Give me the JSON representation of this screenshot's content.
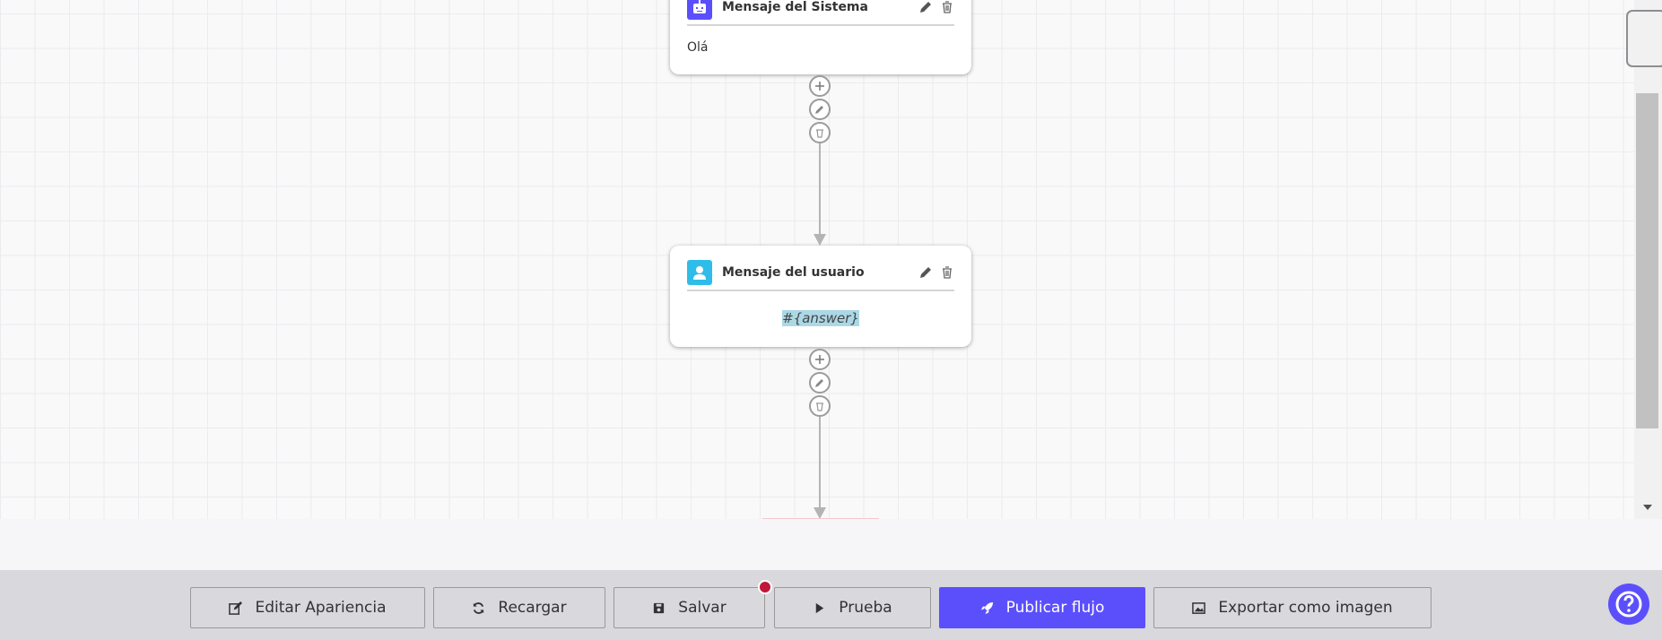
{
  "nodes": [
    {
      "title": "Mensaje del Sistema",
      "type": "system",
      "icon": "robot-icon",
      "content": "Olá",
      "color": "#5b4ffc"
    },
    {
      "title": "Mensaje del usuario",
      "type": "user",
      "icon": "user-icon",
      "content": "#{answer}",
      "color": "#2ebde8"
    }
  ],
  "toolbar": {
    "edit_appearance": "Editar Apariencia",
    "reload": "Recargar",
    "save": "Salvar",
    "test": "Prueba",
    "publish": "Publicar flujo",
    "export": "Exportar como imagen"
  },
  "colors": {
    "accent": "#5b4ffc",
    "unsaved_dot": "#c0183a",
    "highlight": "#acd8e6"
  }
}
